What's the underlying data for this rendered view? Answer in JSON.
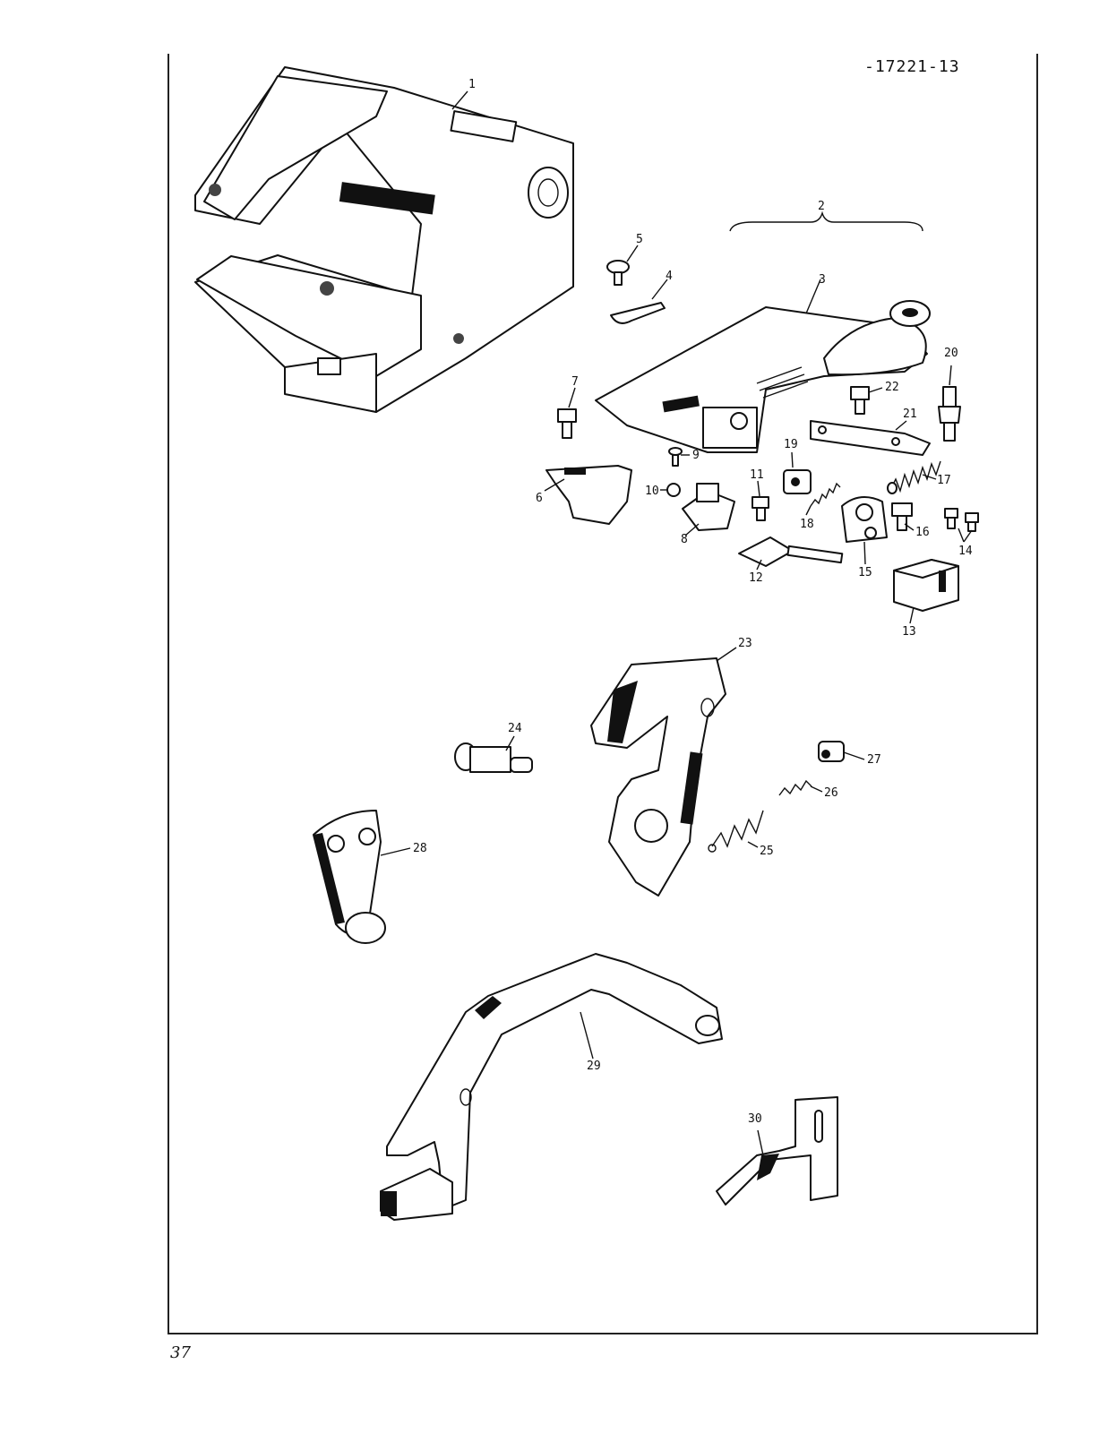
{
  "header": {
    "doc_number": "-17221-13"
  },
  "footer": {
    "page_number": "37"
  },
  "callouts": [
    {
      "id": "1",
      "label": "1"
    },
    {
      "id": "2",
      "label": "2"
    },
    {
      "id": "3",
      "label": "3"
    },
    {
      "id": "4",
      "label": "4"
    },
    {
      "id": "5",
      "label": "5"
    },
    {
      "id": "6",
      "label": "6"
    },
    {
      "id": "7",
      "label": "7"
    },
    {
      "id": "8",
      "label": "8"
    },
    {
      "id": "9",
      "label": "9"
    },
    {
      "id": "10",
      "label": "10"
    },
    {
      "id": "11",
      "label": "11"
    },
    {
      "id": "12",
      "label": "12"
    },
    {
      "id": "13",
      "label": "13"
    },
    {
      "id": "14",
      "label": "14"
    },
    {
      "id": "15",
      "label": "15"
    },
    {
      "id": "16",
      "label": "16"
    },
    {
      "id": "17",
      "label": "17"
    },
    {
      "id": "18",
      "label": "18"
    },
    {
      "id": "19",
      "label": "19"
    },
    {
      "id": "20",
      "label": "20"
    },
    {
      "id": "21",
      "label": "21"
    },
    {
      "id": "22",
      "label": "22"
    },
    {
      "id": "23",
      "label": "23"
    },
    {
      "id": "24",
      "label": "24"
    },
    {
      "id": "25",
      "label": "25"
    },
    {
      "id": "26",
      "label": "26"
    },
    {
      "id": "27",
      "label": "27"
    },
    {
      "id": "28",
      "label": "28"
    },
    {
      "id": "29",
      "label": "29"
    },
    {
      "id": "30",
      "label": "30"
    }
  ]
}
